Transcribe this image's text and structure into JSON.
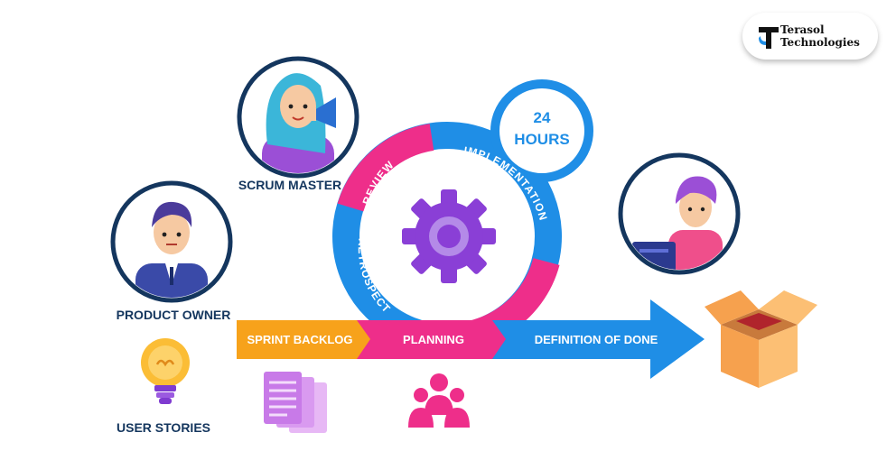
{
  "brand": {
    "line1": "Terasol",
    "line2": "Technologies"
  },
  "roles": {
    "scrum_master": "SCRUM MASTER",
    "product_owner": "PRODUCT OWNER",
    "user_stories": "USER STORIES"
  },
  "cycle": {
    "review": "REVIEW",
    "implementation": "IMPLEMENTATION",
    "retrospect": "RETROSPECT",
    "hours": [
      "24",
      "HOURS"
    ]
  },
  "flow": {
    "sprint_backlog": "SPRINT BACKLOG",
    "planning": "PLANNING",
    "definition_of_done": "DEFINITION OF DONE"
  },
  "colors": {
    "blue": "#1f8ee6",
    "pink": "#ee2e8a",
    "orange": "#f7a21b",
    "purple": "#7f3bd0",
    "navy": "#14365e"
  }
}
